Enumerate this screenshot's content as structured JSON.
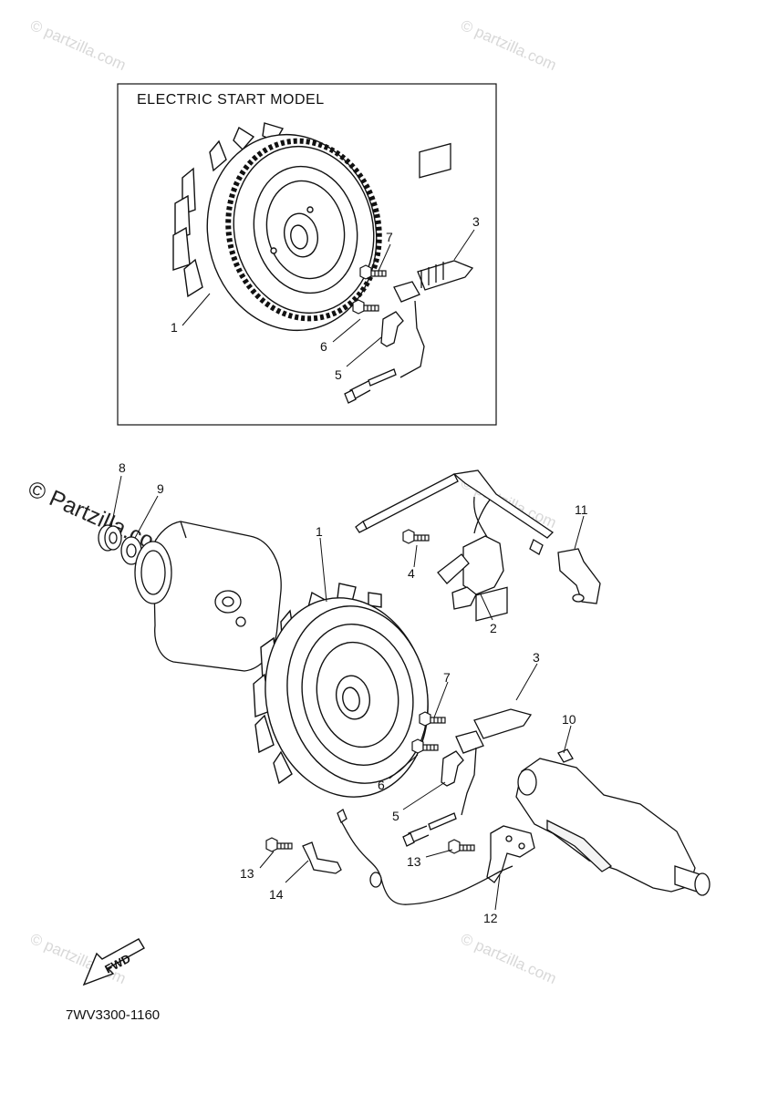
{
  "inset": {
    "title": "ELECTRIC START MODEL"
  },
  "callouts": {
    "inset_1": "1",
    "inset_3": "3",
    "inset_5": "5",
    "inset_6": "6",
    "inset_7": "7",
    "main_1": "1",
    "main_2": "2",
    "main_3": "3",
    "main_4": "4",
    "main_5": "5",
    "main_6": "6",
    "main_7": "7",
    "main_8": "8",
    "main_9": "9",
    "main_10": "10",
    "main_11": "11",
    "main_12": "12",
    "main_13a": "13",
    "main_13b": "13",
    "main_14": "14"
  },
  "direction_badge": {
    "label": "FWD"
  },
  "part_code": "7WV3300-1160",
  "watermarks": {
    "main": "© Partzilla.com",
    "faint": "© partzilla.com"
  }
}
